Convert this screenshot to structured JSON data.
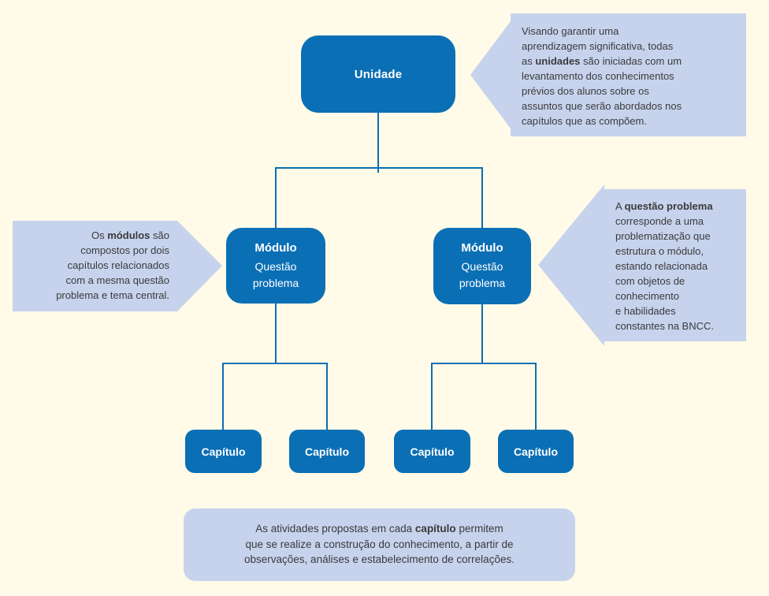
{
  "colors": {
    "background": "#FFFBE8",
    "node_blue": "#0B6FB5",
    "callout_lavender": "#C7D3ED",
    "text_dark": "#3A3A3A",
    "node_text": "#FFFFFF"
  },
  "nodes": {
    "unidade": {
      "label": "Unidade"
    },
    "modulo_left": {
      "title": "Módulo",
      "subtitle": "Questão problema"
    },
    "modulo_right": {
      "title": "Módulo",
      "subtitle": "Questão problema"
    },
    "capitulo_1": {
      "label": "Capítulo"
    },
    "capitulo_2": {
      "label": "Capítulo"
    },
    "capitulo_3": {
      "label": "Capítulo"
    },
    "capitulo_4": {
      "label": "Capítulo"
    }
  },
  "callouts": {
    "unidades_note": {
      "lines": [
        "Visando garantir uma",
        "aprendizagem significativa, todas",
        [
          {
            "text": "as "
          },
          {
            "text": "unidades",
            "bold": true
          },
          {
            "text": " são iniciadas com um"
          }
        ],
        "levantamento dos conhecimentos",
        "prévios dos alunos sobre os",
        "assuntos que serão abordados nos",
        "capítulos que as compõem."
      ]
    },
    "modulos_note": {
      "lines": [
        [
          {
            "text": "Os "
          },
          {
            "text": "módulos",
            "bold": true
          },
          {
            "text": " são"
          }
        ],
        "compostos por dois",
        "capítulos relacionados",
        "com a mesma questão",
        "problema e tema central."
      ]
    },
    "questao_problema_note": {
      "lines": [
        [
          {
            "text": "A "
          },
          {
            "text": "questão problema",
            "bold": true
          }
        ],
        "corresponde a uma",
        "problematização que",
        "estrutura o módulo,",
        "estando relacionada",
        "com objetos de",
        "conhecimento",
        "e habilidades",
        "constantes na BNCC."
      ]
    },
    "capitulo_note": {
      "lines": [
        [
          {
            "text": "As atividades propostas em cada "
          },
          {
            "text": "capítulo",
            "bold": true
          },
          {
            "text": " permitem"
          }
        ],
        "que se realize a construção do conhecimento, a partir de",
        "observações, análises e estabelecimento de correlações."
      ]
    }
  }
}
